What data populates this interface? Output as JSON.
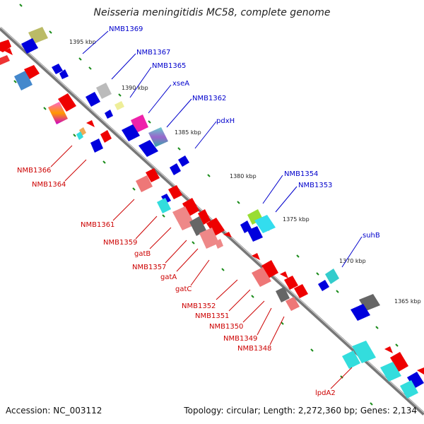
{
  "title": "Neisseria meningitidis MC58, complete genome",
  "footer": {
    "accession": "Accession: NC_003112",
    "summary": "Topology: circular; Length: 2,272,360 bp; Genes: 2,134"
  },
  "colors": {
    "forward_label": "#0000cc",
    "reverse_label": "#cc0000",
    "backbone": "#777777",
    "tick": "#1a8c1a"
  },
  "ticks": [
    "1395 kbp",
    "1390 kbp",
    "1385 kbp",
    "1380 kbp",
    "1375 kbp",
    "1370 kbp",
    "1365 kbp"
  ],
  "forward_genes": [
    "NMB1369",
    "NMB1367",
    "NMB1365",
    "xseA",
    "NMB1362",
    "pdxH",
    "NMB1354",
    "NMB1353",
    "suhB"
  ],
  "reverse_genes": [
    "NMB1366",
    "NMB1364",
    "NMB1361",
    "NMB1359",
    "gatB",
    "NMB1357",
    "gatA",
    "gatC",
    "NMB1352",
    "NMB1351",
    "NMB1350",
    "NMB1349",
    "NMB1348",
    "lpdA2"
  ]
}
